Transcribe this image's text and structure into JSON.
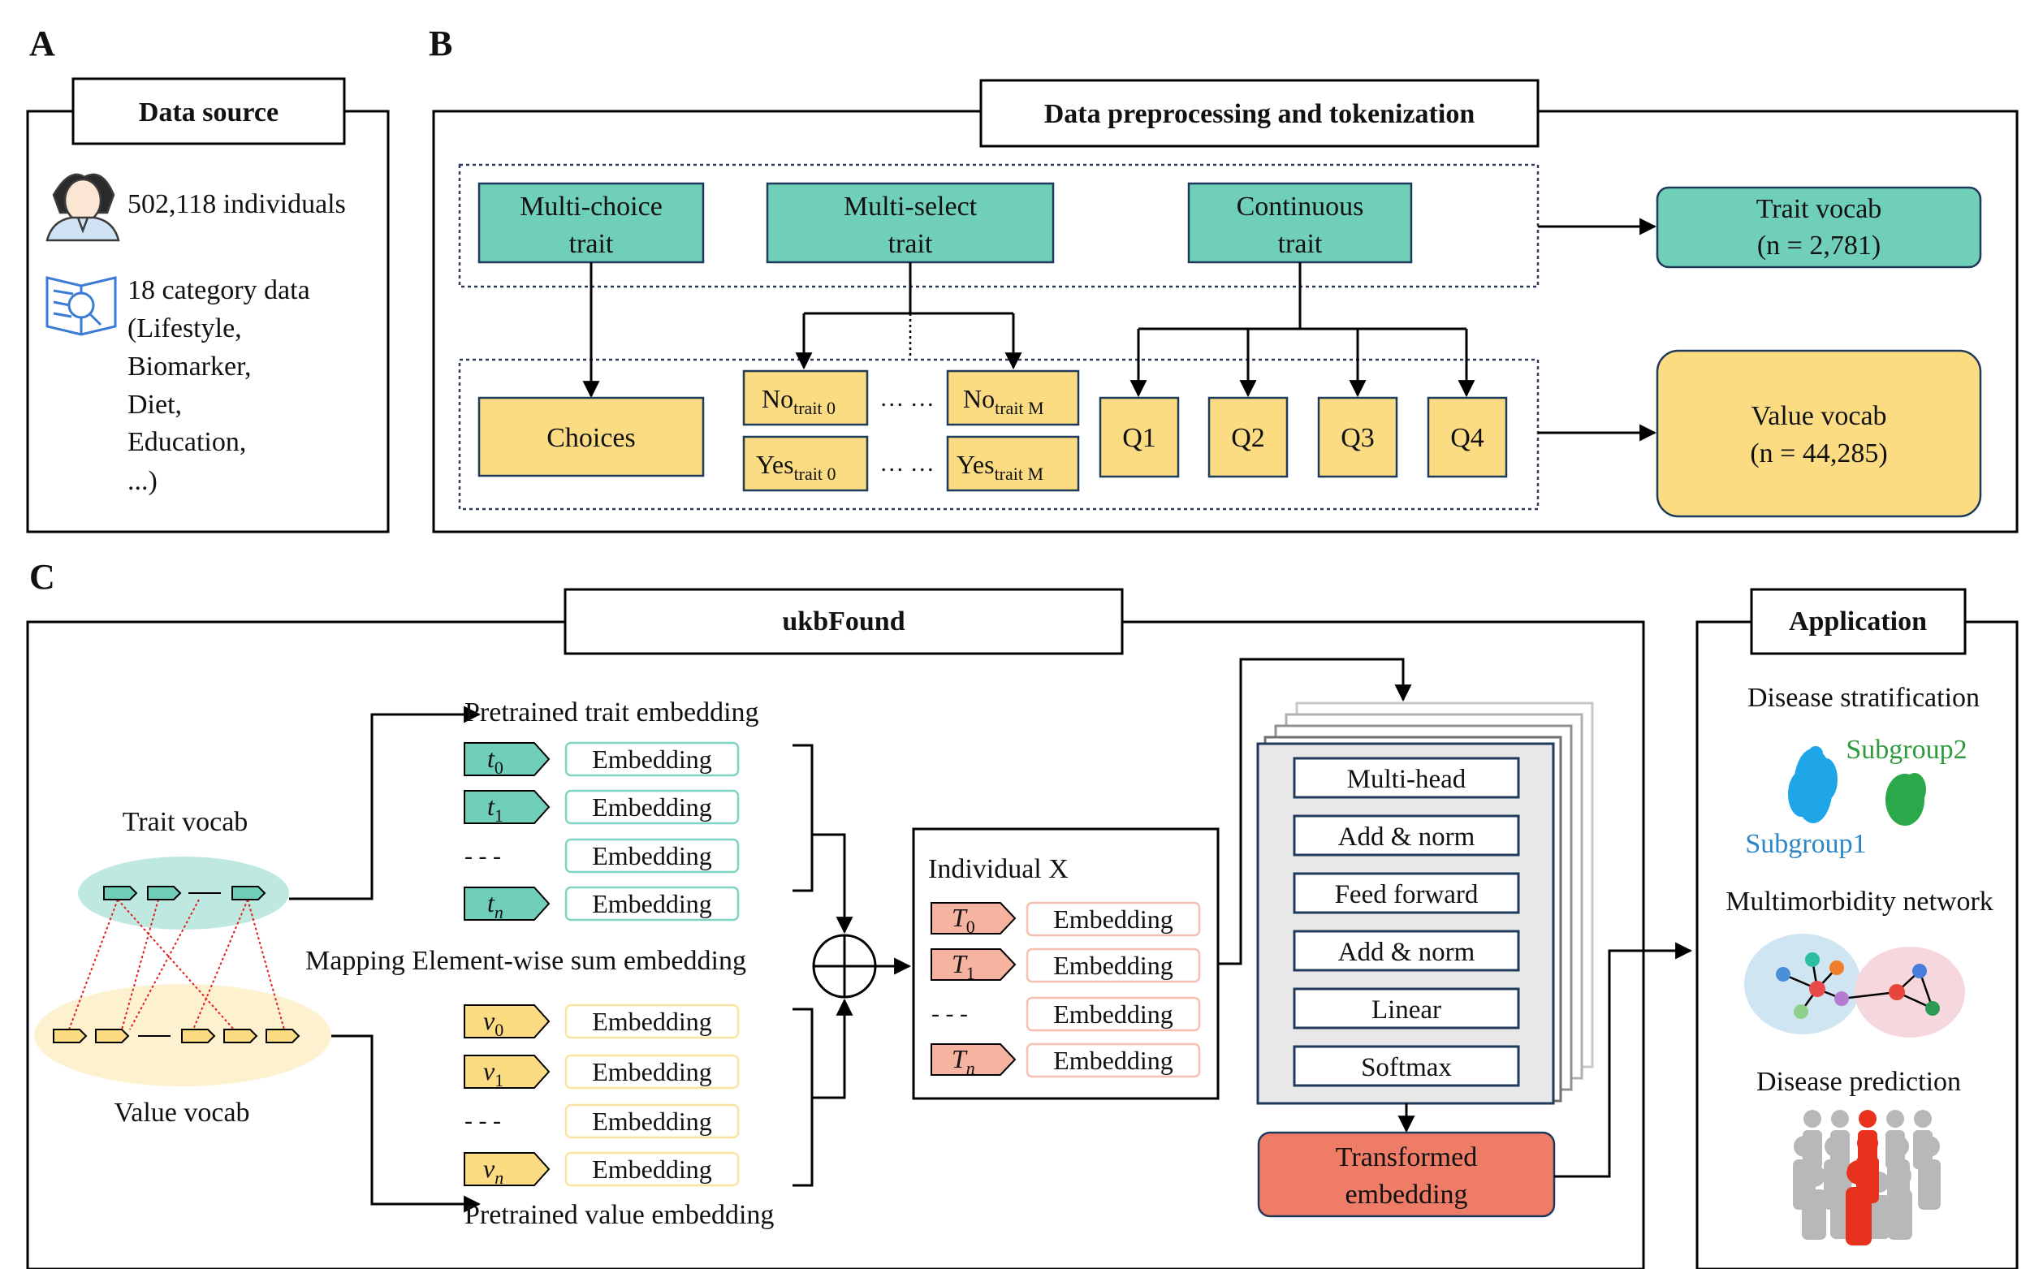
{
  "panel_labels": {
    "a": "A",
    "b": "B",
    "c": "C"
  },
  "colors": {
    "teal": "#6fcfb9",
    "yellow": "#fcdc82",
    "salmon": "#ee7c67",
    "pink": "#f6b39f",
    "teal_light": "#bfe8e0",
    "yellow_light": "#fdf1cf"
  },
  "panel_a": {
    "title": "Data source",
    "individuals": "502,118 individuals",
    "category_lines": [
      "18 category data",
      "(Lifestyle,",
      "Biomarker,",
      "Diet,",
      "Education,",
      "...)"
    ]
  },
  "panel_b": {
    "title": "Data preprocessing and tokenization",
    "trait_types": [
      {
        "line1": "Multi-choice",
        "line2": "trait"
      },
      {
        "line1": "Multi-select",
        "line2": "trait"
      },
      {
        "line1": "Continuous",
        "line2": "trait"
      }
    ],
    "choices": "Choices",
    "no_label": "No",
    "yes_label": "Yes",
    "sub_trait0": "trait 0",
    "sub_traitM": "trait M",
    "ellipsis": "… …",
    "quantiles": [
      "Q1",
      "Q2",
      "Q3",
      "Q4"
    ],
    "trait_vocab": {
      "line1": "Trait vocab",
      "line2": "(n = 2,781)"
    },
    "value_vocab": {
      "line1": "Value vocab",
      "line2": "(n = 44,285)"
    }
  },
  "panel_c": {
    "title": "ukbFound",
    "trait_vocab_label": "Trait vocab",
    "value_vocab_label": "Value vocab",
    "pretrained_trait": "Pretrained trait embedding",
    "pretrained_value": "Pretrained value embedding",
    "mapping": "Mapping Element-wise sum embedding",
    "embedding_label": "Embedding",
    "dashes": "- - -",
    "trait_tokens": [
      {
        "base": "t",
        "sub": "0"
      },
      {
        "base": "t",
        "sub": "1"
      },
      {
        "base": "t",
        "sub": "n"
      }
    ],
    "value_tokens": [
      {
        "base": "v",
        "sub": "0"
      },
      {
        "base": "v",
        "sub": "1"
      },
      {
        "base": "v",
        "sub": "n"
      }
    ],
    "individual_title": "Individual X",
    "individual_tokens": [
      {
        "base": "T",
        "sub": "0"
      },
      {
        "base": "T",
        "sub": "1"
      },
      {
        "base": "T",
        "sub": "n"
      }
    ],
    "transformer_layers": [
      "Multi-head",
      "Add & norm",
      "Feed forward",
      "Add & norm",
      "Linear",
      "Softmax"
    ],
    "output": {
      "line1": "Transformed",
      "line2": "embedding"
    }
  },
  "application": {
    "title": "Application",
    "stratification": "Disease stratification",
    "subgroup1": "Subgroup1",
    "subgroup2": "Subgroup2",
    "network": "Multimorbidity network",
    "prediction": "Disease prediction"
  }
}
